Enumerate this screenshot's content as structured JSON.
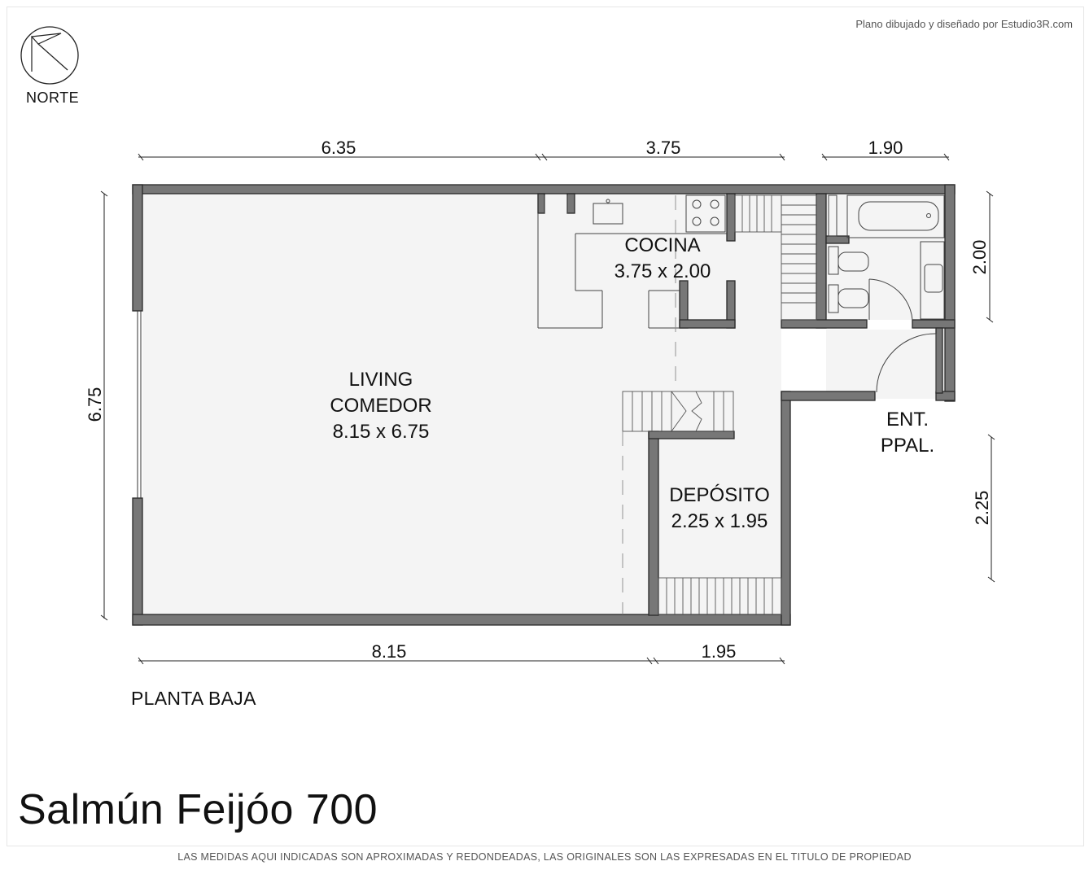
{
  "credit": "Plano dibujado y diseñado por Estudio3R.com",
  "north": {
    "label": "NORTE",
    "icon": "north-arrow-icon"
  },
  "rooms": {
    "living": {
      "name_line1": "LIVING",
      "name_line2": "COMEDOR",
      "size": "8.15 x 6.75"
    },
    "cocina": {
      "name": "COCINA",
      "size": "3.75 x 2.00"
    },
    "deposito": {
      "name": "DEPÓSITO",
      "size": "2.25 x 1.95"
    },
    "entrada": {
      "line1": "ENT.",
      "line2": "PPAL."
    }
  },
  "dimensions": {
    "top": [
      "6.35",
      "3.75",
      "1.90"
    ],
    "bottom": [
      "8.15",
      "1.95"
    ],
    "left": "6.75",
    "right_upper": "2.00",
    "right_lower": "2.25"
  },
  "floor_label": "PLANTA BAJA",
  "address": "Salmún Feijóo 700",
  "disclaimer": "LAS MEDIDAS AQUI INDICADAS SON APROXIMADAS Y REDONDEADAS, LAS ORIGINALES SON LAS EXPRESADAS EN EL TITULO DE PROPIEDAD"
}
